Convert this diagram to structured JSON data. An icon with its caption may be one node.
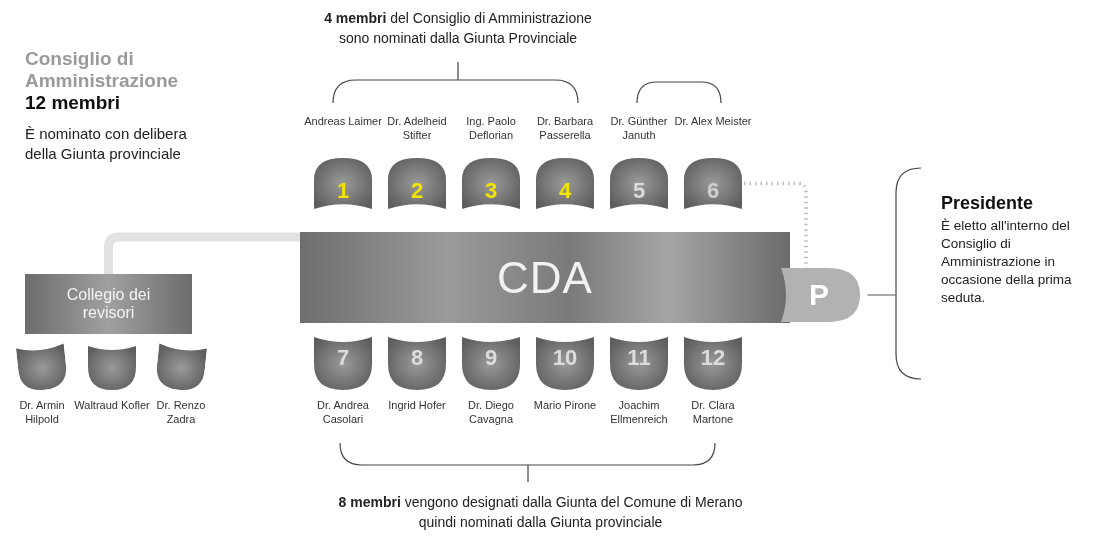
{
  "diagram": {
    "nodes": [
      {
        "text": [
          "CDA"
        ]
      },
      {
        "text": [
          "1"
        ],
        "beside": [
          "Andreas Laimer"
        ]
      },
      {
        "text": [
          "2"
        ],
        "beside": [
          "Dr. Adelheid Stifter"
        ]
      },
      {
        "text": [
          "3"
        ],
        "beside": [
          "Ing. Paolo Deflorian"
        ]
      },
      {
        "text": [
          "4"
        ],
        "beside": [
          "Dr. Barbara Passerella"
        ]
      },
      {
        "text": [
          "5"
        ],
        "beside": [
          "Dr. Günther Januth"
        ]
      },
      {
        "text": [
          "6"
        ],
        "beside": [
          "Dr. Alex Meister"
        ]
      },
      {
        "text": [
          "7"
        ],
        "beside": [
          "Dr. Andrea Casolari"
        ]
      },
      {
        "text": [
          "8"
        ],
        "beside": [
          "Ingrid Hofer"
        ]
      },
      {
        "text": [
          "9"
        ],
        "beside": [
          "Dr. Diego Cavagna"
        ]
      },
      {
        "text": [
          "10"
        ],
        "beside": [
          "Mario Pirone"
        ]
      },
      {
        "text": [
          "11"
        ],
        "beside": [
          "Joachim Ellmenreich"
        ]
      },
      {
        "text": [
          "12"
        ],
        "beside": [
          "Dr. Clara Martone"
        ]
      },
      {
        "text": [
          "P"
        ]
      },
      {
        "text": [
          "Collegio dei revisori"
        ]
      },
      {
        "text": [],
        "shape": "circle",
        "beside": [
          "Dr. Armin Hilpold"
        ]
      },
      {
        "text": [],
        "shape": "circle",
        "beside": [
          "Waltraud Kofler"
        ]
      },
      {
        "text": [],
        "shape": "circle",
        "beside": [
          "Dr. Renzo Zadra"
        ]
      },
      {
        "text": [
          "Presidente",
          "È eletto all'interno del Consiglio di Amministrazione in occasione della prima seduta."
        ]
      }
    ],
    "edges": [
      {
        "from": 14,
        "to": 0,
        "arrow": "none",
        "style": "thick",
        "color": "#e2e2e2"
      },
      {
        "from": 6,
        "to": 13,
        "arrow": "none",
        "style": "dashed",
        "color": "#bdbdbd"
      },
      {
        "from": 13,
        "to": 18,
        "arrow": "none",
        "color": "#555555"
      }
    ],
    "labels": [
      "Consiglio di Amministrazione",
      "12 membri",
      "È nominato con delibera della Giunta provinciale",
      "**4 membri** del Consiglio di Amministrazione sono nominati dalla Giunta Provinciale",
      "**8 membri** vengono designati dalla Giunta del Comune di Merano quindi nominati dalla Giunta provinciale"
    ]
  }
}
